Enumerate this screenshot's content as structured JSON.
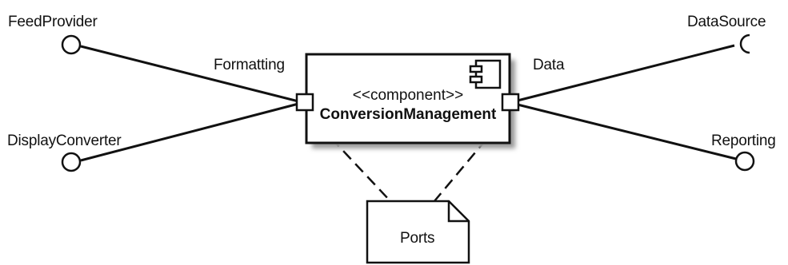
{
  "component": {
    "stereotype": "<<component>>",
    "name": "ConversionManagement"
  },
  "ports": {
    "left_label": "Formatting",
    "right_label": "Data"
  },
  "interfaces": {
    "feed_provider": "FeedProvider",
    "display_converter": "DisplayConverter",
    "data_source": "DataSource",
    "reporting": "Reporting"
  },
  "note": {
    "text": "Ports"
  },
  "colors": {
    "line": "#111111",
    "shadow": "#9a9a9a",
    "fill": "#ffffff"
  }
}
